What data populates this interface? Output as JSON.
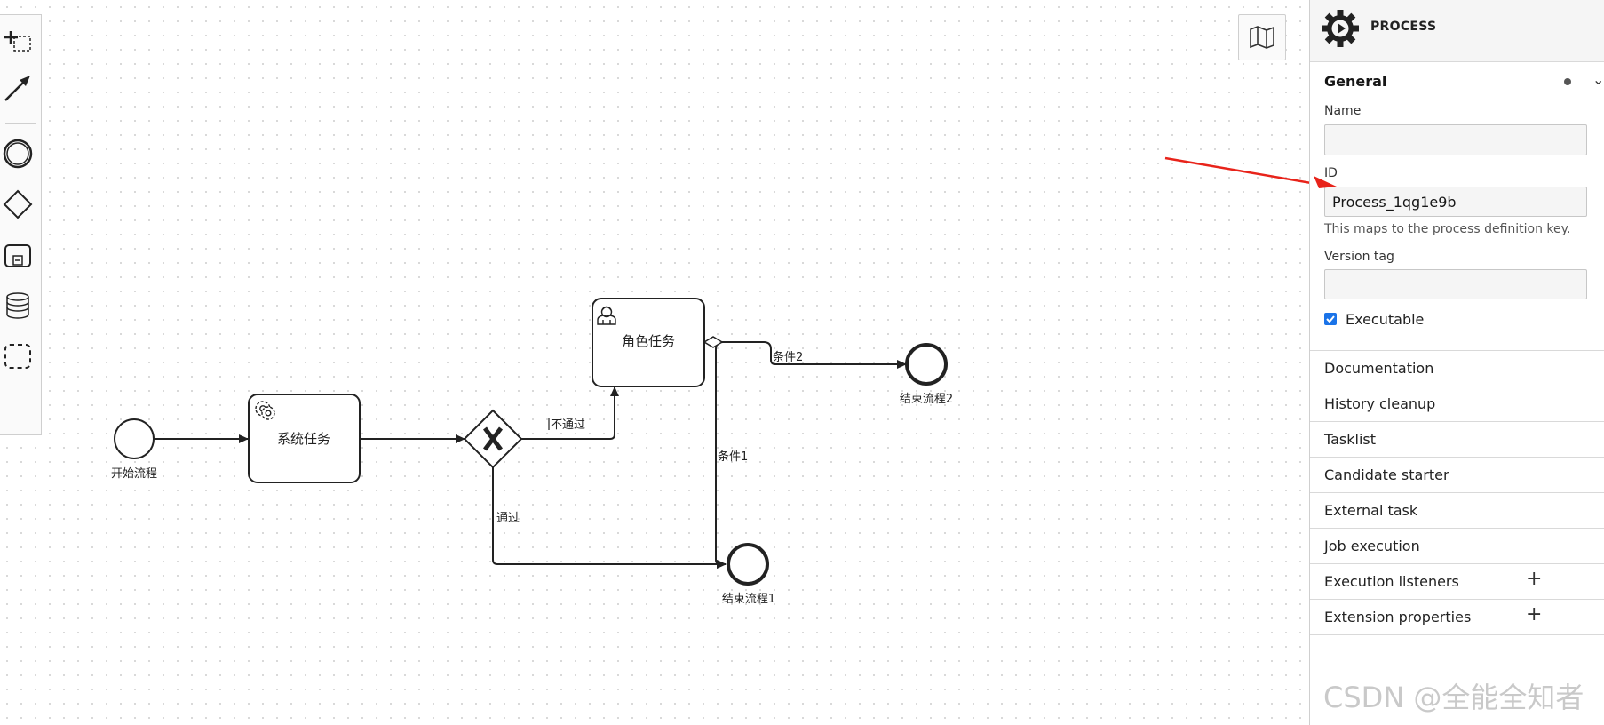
{
  "palette": {
    "tools": [
      {
        "name": "space-tool",
        "icon": "space-tool-icon"
      },
      {
        "name": "connect-tool",
        "icon": "arrow-icon"
      },
      {
        "name": "create-event",
        "icon": "circle-icon"
      },
      {
        "name": "create-gateway",
        "icon": "diamond-icon"
      },
      {
        "name": "create-subprocess",
        "icon": "subprocess-icon"
      },
      {
        "name": "create-data-store",
        "icon": "database-icon"
      },
      {
        "name": "create-group",
        "icon": "dashed-box-icon"
      }
    ]
  },
  "minimap": {
    "icon": "map-icon"
  },
  "diagram": {
    "start_event_label": "开始流程",
    "service_task_label": "系统任务",
    "user_task_label": "角色任务",
    "end_event_1_label": "结束流程1",
    "end_event_2_label": "结束流程2",
    "flow_reject_label": "不通过",
    "flow_pass_label": "通过",
    "flow_cond1_label": "条件1",
    "flow_cond2_label": "条件2",
    "arrow_color": "#e8231a"
  },
  "panel": {
    "element_type": "PROCESS",
    "general": {
      "title": "General",
      "name_label": "Name",
      "name_value": "",
      "id_label": "ID",
      "id_value": "Process_1qg1e9b",
      "id_hint": "This maps to the process definition key.",
      "version_label": "Version tag",
      "version_value": "",
      "executable_label": "Executable",
      "executable_checked": true
    },
    "groups": [
      {
        "label": "Documentation",
        "action": "chevron"
      },
      {
        "label": "History cleanup",
        "action": "chevron"
      },
      {
        "label": "Tasklist",
        "action": "chevron"
      },
      {
        "label": "Candidate starter",
        "action": "chevron"
      },
      {
        "label": "External task",
        "action": "chevron"
      },
      {
        "label": "Job execution",
        "action": "chevron"
      },
      {
        "label": "Execution listeners",
        "action": "add"
      },
      {
        "label": "Extension properties",
        "action": "add"
      }
    ]
  },
  "watermark": "CSDN @全能全知者"
}
